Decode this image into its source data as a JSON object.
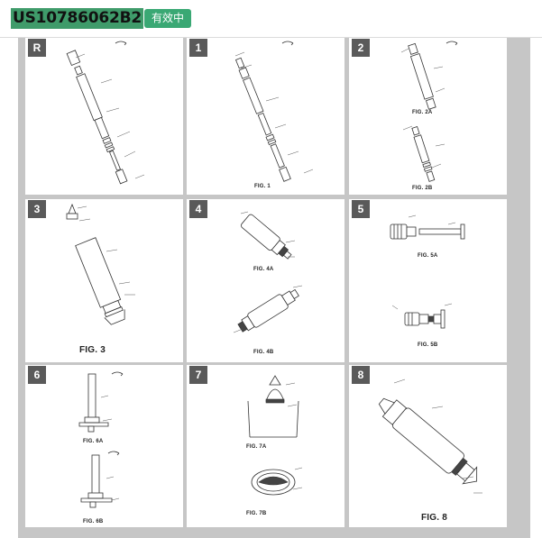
{
  "header": {
    "patent_id": "US10786062B2",
    "status": "有效中"
  },
  "thumbnails": [
    {
      "index": "R",
      "caption": ""
    },
    {
      "index": "1",
      "caption": "FIG. 1"
    },
    {
      "index": "2",
      "caption": "FIG. 2A",
      "caption2": "FIG. 2B"
    },
    {
      "index": "3",
      "caption": "FIG. 3"
    },
    {
      "index": "4",
      "caption": "FIG. 4A",
      "caption2": "FIG. 4B"
    },
    {
      "index": "5",
      "caption": "FIG. 5A",
      "caption2": "FIG. 5B"
    },
    {
      "index": "6",
      "caption": "FIG. 6A",
      "caption2": "FIG. 6B"
    },
    {
      "index": "7",
      "caption": "FIG. 7A",
      "caption2": "FIG. 7B"
    },
    {
      "index": "8",
      "caption": "FIG. 8"
    }
  ]
}
